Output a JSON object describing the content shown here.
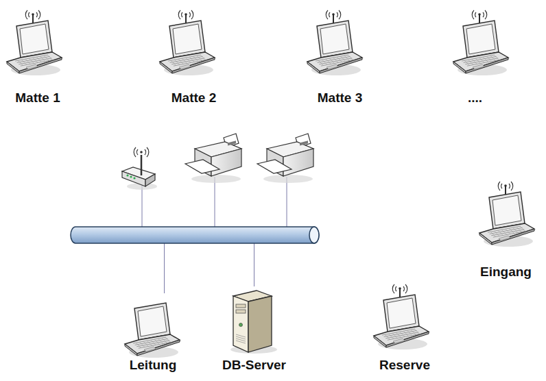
{
  "diagram": {
    "nodes": [
      {
        "text": [
          "Matte 1"
        ]
      },
      {
        "text": [
          "Matte 2"
        ]
      },
      {
        "text": [
          "Matte 3"
        ]
      },
      {
        "text": [
          "...."
        ]
      },
      {
        "text": [
          "Eingang"
        ]
      },
      {
        "text": [
          "Leitung"
        ]
      },
      {
        "text": [
          "DB-Server"
        ]
      },
      {
        "text": [
          "Reserve"
        ]
      }
    ],
    "edges": [
      {
        "from": 5,
        "to": 6,
        "arrow": "none"
      }
    ]
  }
}
